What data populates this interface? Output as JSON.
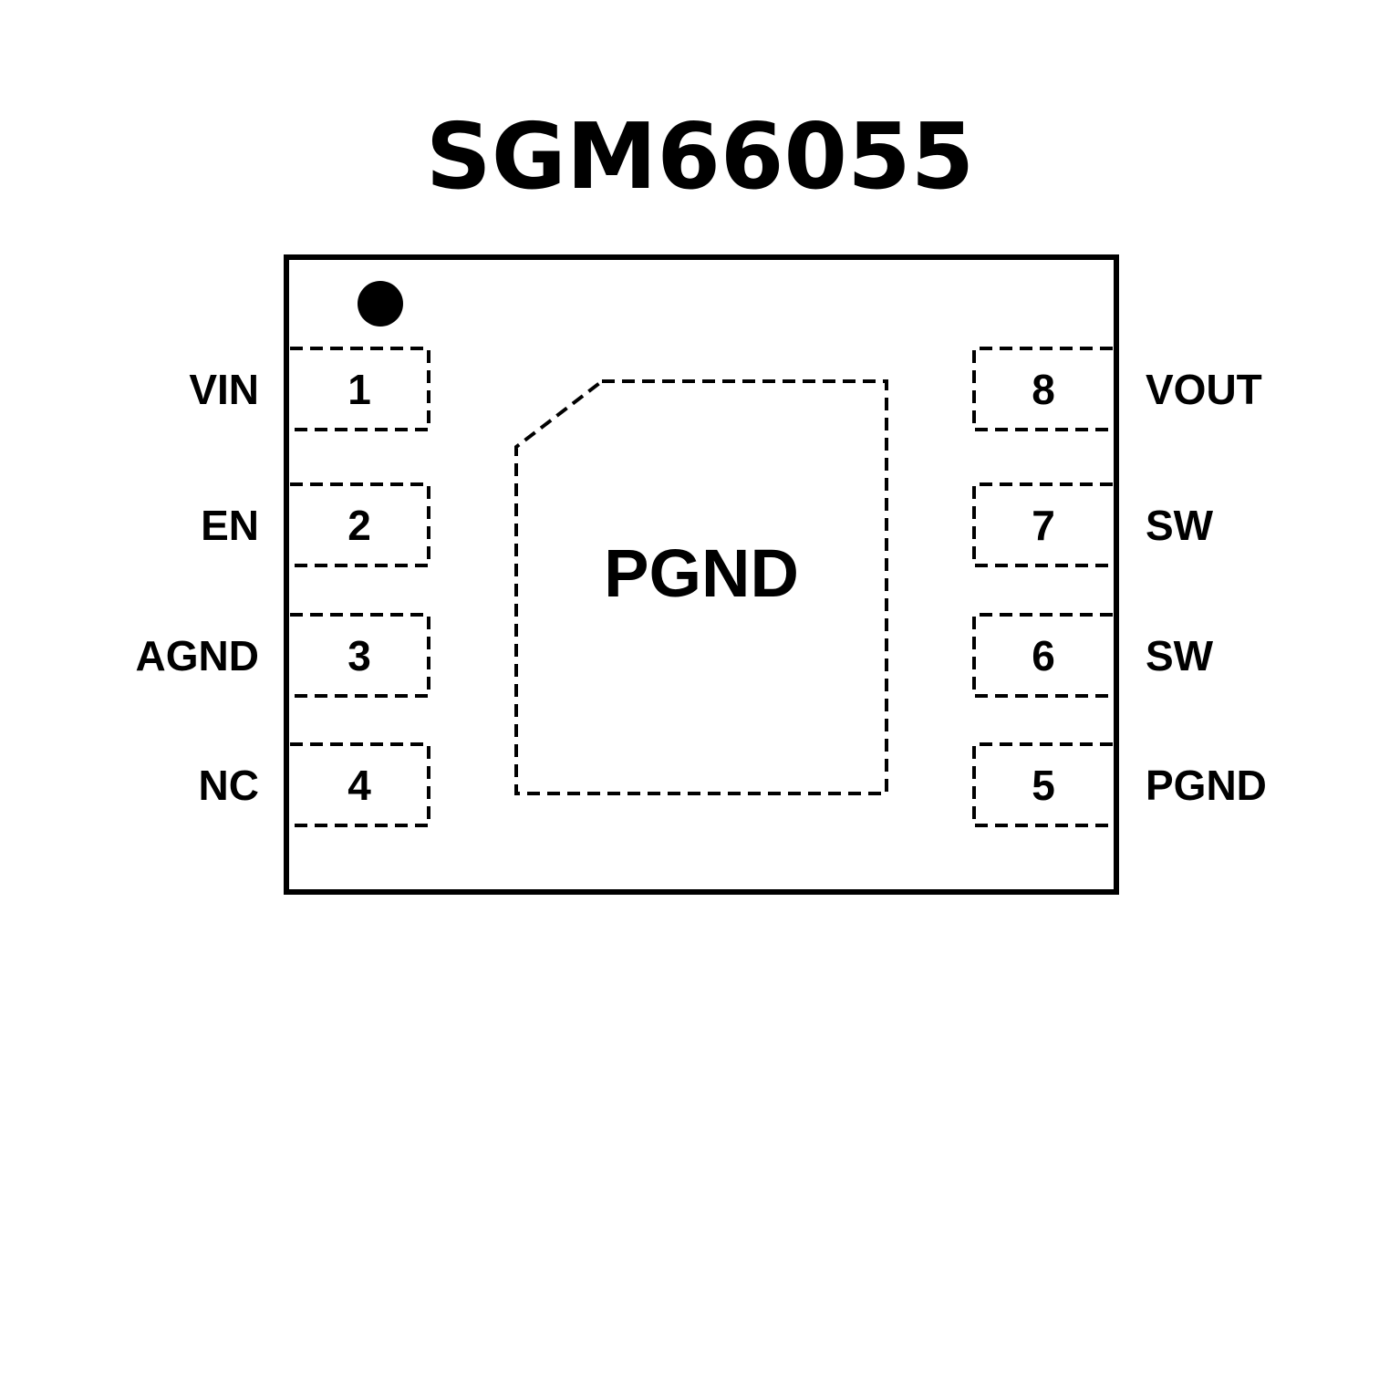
{
  "title": "SGM66055",
  "pad_label": "PGND",
  "left_pins": [
    {
      "num": "1",
      "name": "VIN"
    },
    {
      "num": "2",
      "name": "EN"
    },
    {
      "num": "3",
      "name": "AGND"
    },
    {
      "num": "4",
      "name": "NC"
    }
  ],
  "right_pins": [
    {
      "num": "8",
      "name": "VOUT"
    },
    {
      "num": "7",
      "name": "SW"
    },
    {
      "num": "6",
      "name": "SW"
    },
    {
      "num": "5",
      "name": "PGND"
    }
  ]
}
